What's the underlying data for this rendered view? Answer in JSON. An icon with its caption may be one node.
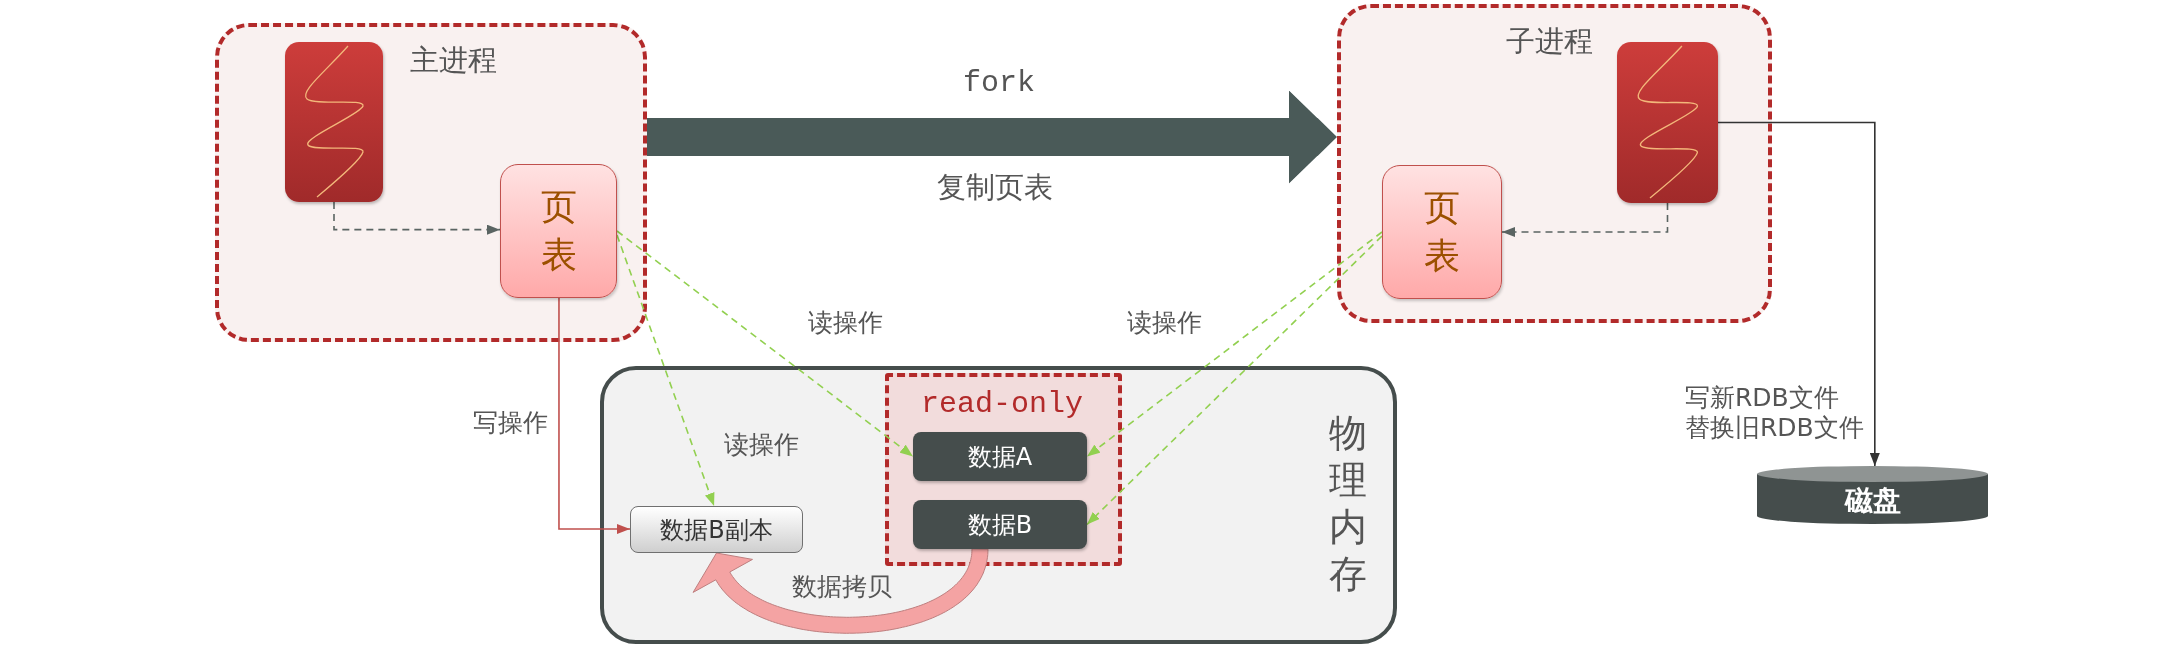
{
  "diagram": {
    "nodes": [
      {
        "text": [
          "主进程"
        ]
      },
      {
        "text": [],
        "shape": "box",
        "in": 0
      },
      {
        "text": [
          "页表"
        ],
        "in": 0
      },
      {
        "text": [
          "子进程"
        ]
      },
      {
        "text": [],
        "shape": "box",
        "in": 3
      },
      {
        "text": [
          "页表"
        ],
        "in": 3
      },
      {
        "text": [
          "物理内存"
        ]
      },
      {
        "text": [
          "read-only"
        ],
        "in": 6
      },
      {
        "text": [
          "数据A"
        ],
        "in": 7
      },
      {
        "text": [
          "数据B"
        ],
        "in": 7
      },
      {
        "text": [
          "数据B副本"
        ],
        "in": 6
      },
      {
        "text": [
          "磁盘"
        ]
      }
    ],
    "edges": [
      {
        "from": 0,
        "to": 3,
        "arrow": "to",
        "label": "fork",
        "style": "thick",
        "color": "#4a5a58"
      },
      {
        "from": 1,
        "to": 2,
        "arrow": "to",
        "style": "dashed",
        "color": "#5a6462"
      },
      {
        "from": 4,
        "to": 5,
        "arrow": "to",
        "style": "dashed",
        "color": "#5a6462"
      },
      {
        "from": 4,
        "to": 11,
        "arrow": "to",
        "label": "写新RDB文件替换旧RDB文件",
        "color": "#333333"
      },
      {
        "from": 2,
        "to": 8,
        "arrow": "to",
        "label": "读操作",
        "style": "dashed"
      },
      {
        "from": 2,
        "to": 10,
        "arrow": "to",
        "label": "读操作",
        "style": "dashed"
      },
      {
        "from": 2,
        "to": 10,
        "arrow": "to",
        "label": "写操作",
        "color": "#c0504d"
      },
      {
        "from": 5,
        "to": 8,
        "arrow": "to",
        "label": "读操作",
        "style": "dashed"
      },
      {
        "from": 5,
        "to": 9,
        "arrow": "to",
        "style": "dashed"
      },
      {
        "from": 9,
        "to": 10,
        "arrow": "to",
        "label": "数据拷贝",
        "style": "thick",
        "color": "#f4a3a3"
      }
    ],
    "labels": [
      "复制页表"
    ]
  }
}
